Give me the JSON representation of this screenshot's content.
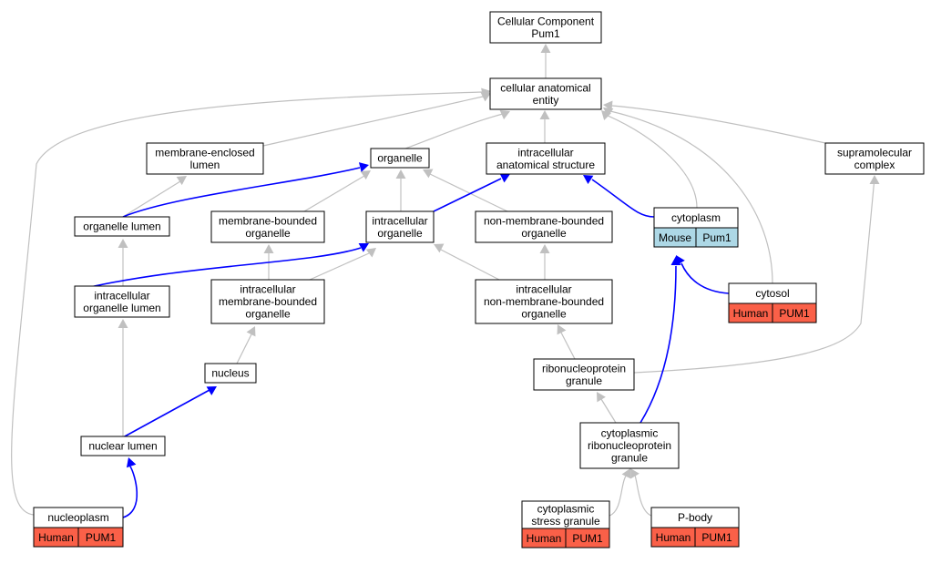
{
  "nodes": {
    "root": {
      "lines": [
        "Cellular Component",
        "Pum1"
      ]
    },
    "cae": {
      "lines": [
        "cellular anatomical",
        "entity"
      ]
    },
    "mel": {
      "lines": [
        "membrane-enclosed",
        "lumen"
      ]
    },
    "organelle": {
      "lines": [
        "organelle"
      ]
    },
    "ias": {
      "lines": [
        "intracellular",
        "anatomical structure"
      ]
    },
    "smc": {
      "lines": [
        "supramolecular",
        "complex"
      ]
    },
    "olumen": {
      "lines": [
        "organelle lumen"
      ]
    },
    "mbo": {
      "lines": [
        "membrane-bounded",
        "organelle"
      ]
    },
    "io": {
      "lines": [
        "intracellular",
        "organelle"
      ]
    },
    "nmbo": {
      "lines": [
        "non-membrane-bounded",
        "organelle"
      ]
    },
    "cytoplasm": {
      "lines": [
        "cytoplasm"
      ]
    },
    "iol": {
      "lines": [
        "intracellular",
        "organelle lumen"
      ]
    },
    "imbo": {
      "lines": [
        "intracellular",
        "membrane-bounded",
        "organelle"
      ]
    },
    "inmbo": {
      "lines": [
        "intracellular",
        "non-membrane-bounded",
        "organelle"
      ]
    },
    "cytosol": {
      "lines": [
        "cytosol"
      ]
    },
    "nucleus": {
      "lines": [
        "nucleus"
      ]
    },
    "rnpg": {
      "lines": [
        "ribonucleoprotein",
        "granule"
      ]
    },
    "nlumen": {
      "lines": [
        "nuclear lumen"
      ]
    },
    "crnpg": {
      "lines": [
        "cytoplasmic",
        "ribonucleoprotein",
        "granule"
      ]
    },
    "nucleoplasm": {
      "lines": [
        "nucleoplasm"
      ]
    },
    "csg": {
      "lines": [
        "cytoplasmic",
        "stress granule"
      ]
    },
    "pbody": {
      "lines": [
        "P-body"
      ]
    }
  },
  "annotations": {
    "cytoplasm": {
      "species": "Mouse",
      "gene": "Pum1",
      "color": "#add8e6"
    },
    "cytosol": {
      "species": "Human",
      "gene": "PUM1",
      "color": "#fa6048"
    },
    "nucleoplasm": {
      "species": "Human",
      "gene": "PUM1",
      "color": "#fa6048"
    },
    "csg": {
      "species": "Human",
      "gene": "PUM1",
      "color": "#fa6048"
    },
    "pbody": {
      "species": "Human",
      "gene": "PUM1",
      "color": "#fa6048"
    }
  },
  "edge_colors": {
    "gray": "#c0c0c0",
    "blue": "#0000ff"
  }
}
